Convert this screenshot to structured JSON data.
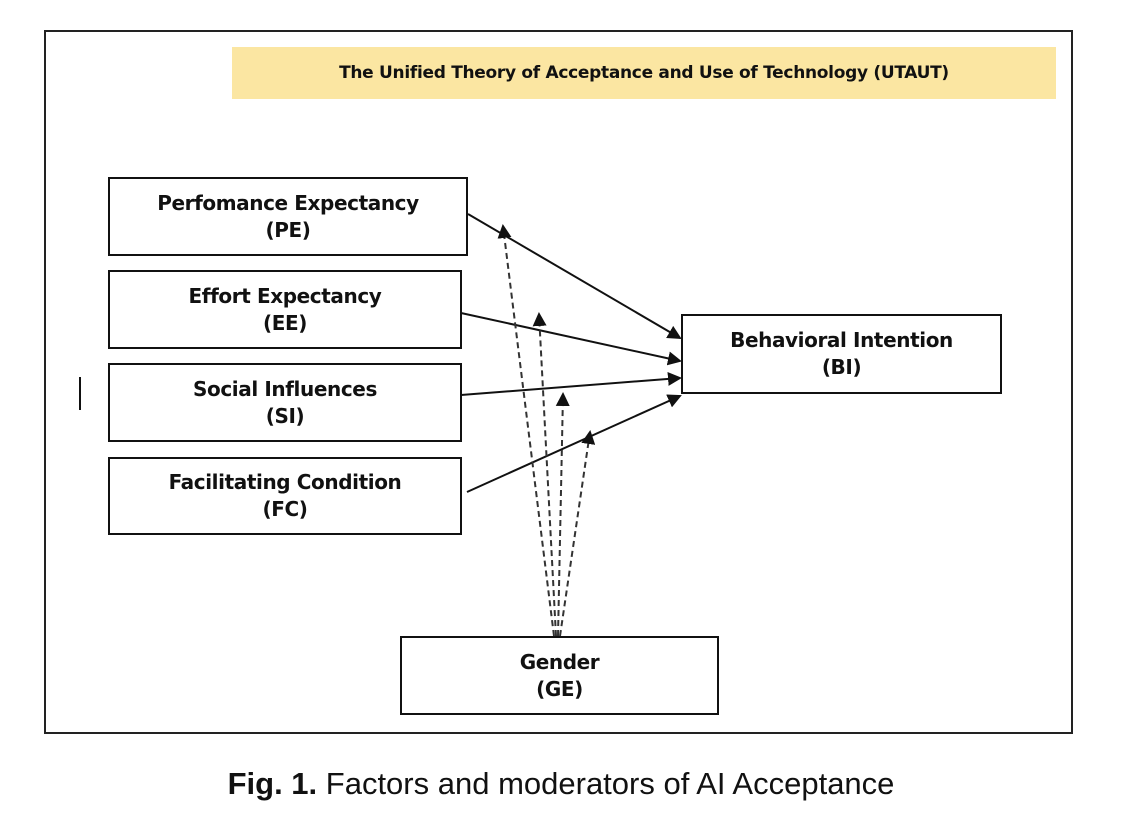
{
  "diagram": {
    "title": "The Unified Theory of Acceptance and Use of Technology (UTAUT)",
    "factors": [
      {
        "label": "Perfomance Expectancy",
        "abbr": "(PE)"
      },
      {
        "label": "Effort Expectancy",
        "abbr": "(EE)"
      },
      {
        "label": "Social Influences",
        "abbr": "(SI)"
      },
      {
        "label": "Facilitating Condition",
        "abbr": "(FC)"
      }
    ],
    "outcome": {
      "label": "Behavioral Intention",
      "abbr": "(BI)"
    },
    "moderator": {
      "label": "Gender",
      "abbr": "(GE)"
    },
    "edges": [
      {
        "from": "PE",
        "to": "BI",
        "style": "solid"
      },
      {
        "from": "EE",
        "to": "BI",
        "style": "solid"
      },
      {
        "from": "SI",
        "to": "BI",
        "style": "solid"
      },
      {
        "from": "FC",
        "to": "BI",
        "style": "solid"
      },
      {
        "from": "GE",
        "to": "PE->BI",
        "style": "dashed"
      },
      {
        "from": "GE",
        "to": "EE->BI",
        "style": "dashed"
      },
      {
        "from": "GE",
        "to": "SI->BI",
        "style": "dashed"
      },
      {
        "from": "GE",
        "to": "FC->BI",
        "style": "dashed"
      }
    ],
    "banner_color": "#fbe6a2"
  },
  "caption": {
    "label": "Fig. 1.",
    "text": " Factors and moderators of AI Acceptance"
  }
}
